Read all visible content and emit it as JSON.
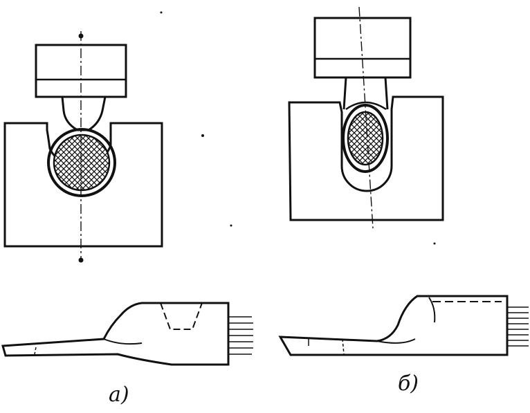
{
  "labels": {
    "a": "а)",
    "b": "б)"
  },
  "colors": {
    "ink": "#111111",
    "background": "#ffffff"
  },
  "figure_parts": [
    "punch",
    "die",
    "round-conductor",
    "crimped-conductor",
    "cable-lug"
  ]
}
